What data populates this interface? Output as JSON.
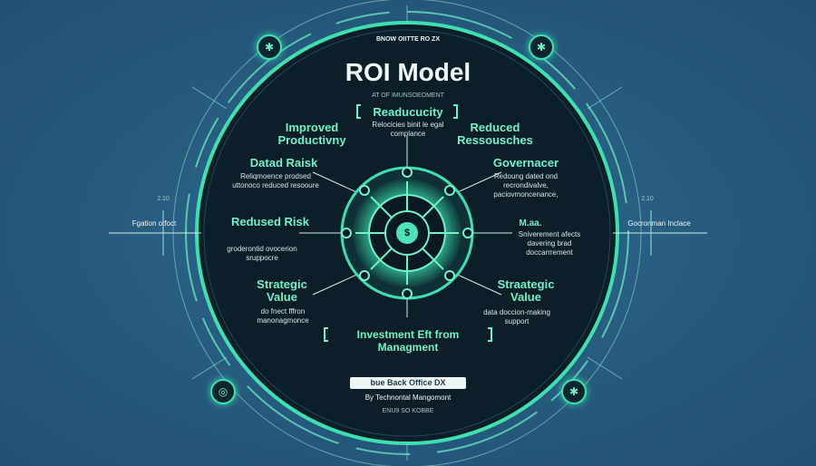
{
  "header": {
    "top_tag": "BNOW OIITTE RO ZX",
    "title": "ROI Model",
    "subtitle": "AT OF IMUNSOEOMENT"
  },
  "center": {
    "label": "Readucucity",
    "text": "Relocicies binit le egal complance",
    "symbol": "$"
  },
  "left_items": [
    {
      "heading": "Improved Productivny",
      "text": ""
    },
    {
      "heading": "Datad Raisk",
      "text": "Reliqmoence prodsed uttonoco reduced resooure"
    },
    {
      "heading": "Redused Risk",
      "text": "groderontid ovocerion sruppocre"
    },
    {
      "heading": "Strategic Value",
      "text": "do fnect fffron manonagmonce"
    }
  ],
  "right_items": [
    {
      "heading": "Reduced Ressousches",
      "text": ""
    },
    {
      "heading": "Governacer",
      "text": "Redoung dated ond recrondivalve, paciovmoncenance,"
    },
    {
      "heading": "M.aa.",
      "text": "Sniverement afects davering brad doccarrrement"
    },
    {
      "heading": "Straategic Value",
      "text": "data doccion-making support"
    }
  ],
  "outer_labels": {
    "left": "Fgation otfoct",
    "right": "Gocronman Inclace",
    "left_num": "2.10",
    "right_num": "2.10"
  },
  "bottom": {
    "investment": "Investment Eft from Managment",
    "badge": "bue Back Office DX",
    "byline": "By Technontal Mangomont",
    "footnote": "ENU9 SO  KOBBE"
  },
  "colors": {
    "accent": "#6ff2c6",
    "ring": "#3fe0b0",
    "dark": "#0b1a22",
    "background": "#285f82"
  },
  "icons": [
    "gear-icon",
    "gear-icon",
    "circle-icon",
    "gear-icon",
    "dollar-icon"
  ]
}
